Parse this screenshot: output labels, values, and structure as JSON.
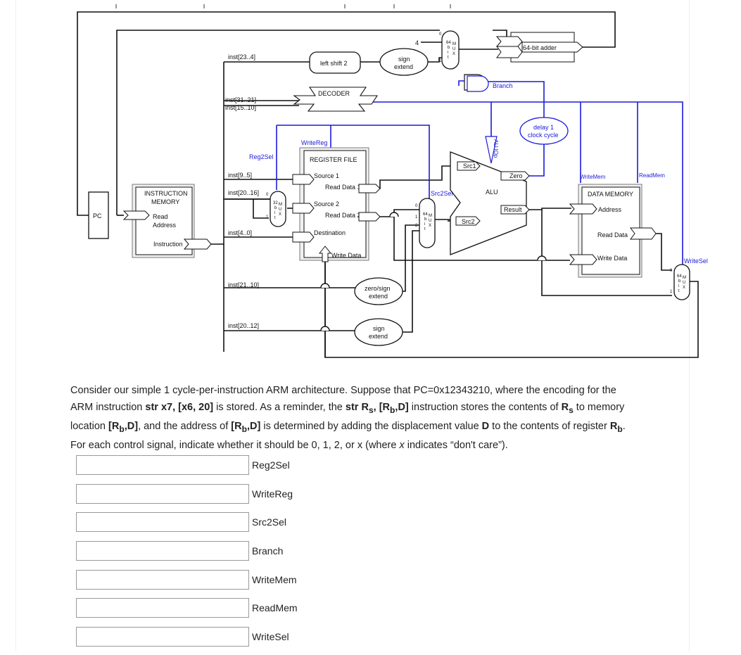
{
  "diagram": {
    "pc": "PC",
    "imem_title_1": "INSTRUCTION",
    "imem_title_2": "MEMORY",
    "imem_read_1": "Read",
    "imem_read_2": "Address",
    "imem_instruction": "Instruction",
    "inst_23_4": "inst[23..4]",
    "inst_31_21": "inst[31..21]",
    "inst_15_10": "inst[15..10]",
    "inst_9_5": "inst[9..5]",
    "inst_20_16": "inst[20..16]",
    "inst_4_0": "inst[4..0]",
    "inst_21_10": "inst[21..10]",
    "inst_20_12": "inst[20..12]",
    "left_shift": "left shift 2",
    "sign_extend_1": "sign",
    "sign_extend_2": "extend",
    "four": "4",
    "adder": "64-bit adder",
    "branch": "Branch",
    "decoder": "DECODER",
    "delay_1": "delay 1",
    "delay_2": "clock cycle",
    "writereg": "WriteReg",
    "reg2sel": "Reg2Sel",
    "regfile_title": "REGISTER FILE",
    "source1": "Source 1",
    "read_data1": "Read Data 1",
    "source2": "Source 2",
    "read_data2": "Read Data 2",
    "destination": "Destination",
    "write_data": "Write Data",
    "aluop": "ALUOp",
    "src1": "Src1",
    "src2": "Src2",
    "src2sel": "Src2Sel",
    "alu": "ALU",
    "zero": "Zero",
    "result": "Result",
    "writemem": "WriteMem",
    "readmem": "ReadMem",
    "dmem_title": "DATA MEMORY",
    "dmem_address": "Address",
    "dmem_read_data": "Read Data",
    "dmem_write_data": "Write Data",
    "writesel": "WriteSel",
    "zero_sign_1": "zero/sign",
    "zero_sign_2": "extend",
    "sign2_1": "sign",
    "sign2_2": "extend",
    "mux_64": "64",
    "mux_32": "32",
    "mux_letters": [
      "M",
      "U",
      "X"
    ],
    "mux_bits": [
      "b",
      "i",
      "t"
    ],
    "mux_in_0": "0",
    "mux_in_1": "1",
    "mux_in_2": "2"
  },
  "question": {
    "p1": "Consider our simple 1 cycle-per-instruction ARM architecture. Suppose that PC=0x12343210, where the encoding for the ARM instruction ",
    "instr": "str x7, [x6, 20]",
    "p2": " is stored. As a reminder, the ",
    "str": "str R",
    "sub_s": "s",
    "comma": ", [R",
    "sub_b": "b",
    "d_close": ",D]",
    "p3": " instruction stores the contents of ",
    "rs": "R",
    "p4": " to memory location ",
    "loc": "[R",
    "p5": ", and the address of ",
    "p6": " is determined by adding the displacement value ",
    "d": "D",
    "p7": " to the contents of register ",
    "p8": ". For each control signal, indicate whether it should be 0, 1, 2, or x (where ",
    "x": "x",
    "p9": " indicates “don't care”)."
  },
  "answers": [
    {
      "label": "Reg2Sel",
      "value": ""
    },
    {
      "label": "WriteReg",
      "value": ""
    },
    {
      "label": "Src2Sel",
      "value": ""
    },
    {
      "label": "Branch",
      "value": ""
    },
    {
      "label": "WriteMem",
      "value": ""
    },
    {
      "label": "ReadMem",
      "value": ""
    },
    {
      "label": "WriteSel",
      "value": ""
    }
  ],
  "colors": {
    "control": "#1a1adb",
    "wire": "#111111"
  }
}
